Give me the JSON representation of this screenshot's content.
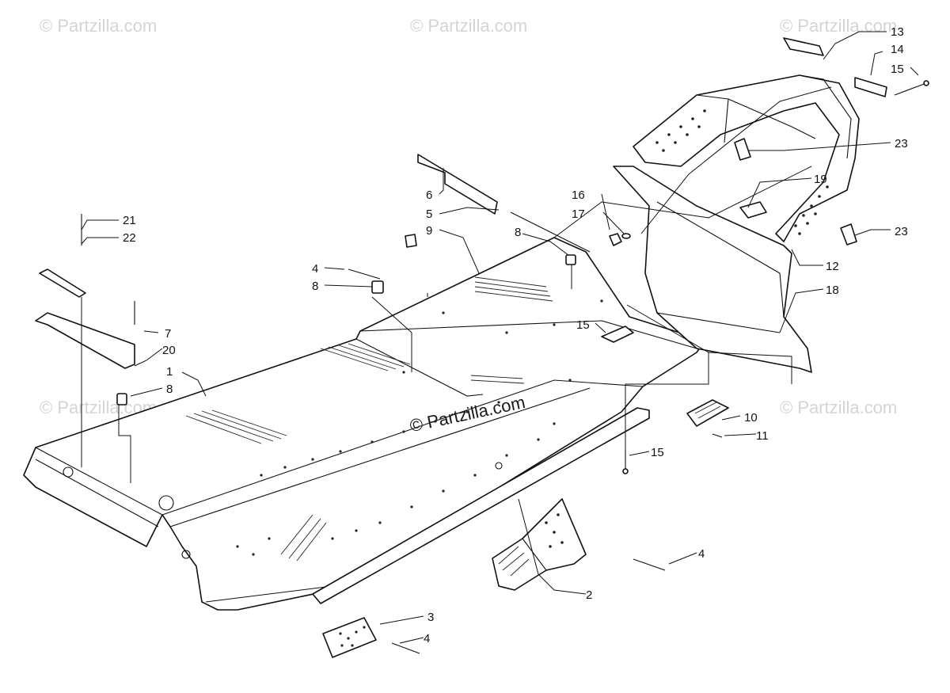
{
  "watermarks": {
    "top_left": "© Partzilla.com",
    "top_center": "© Partzilla.com",
    "top_right": "© Partzilla.com",
    "mid_left": "© Partzilla.com",
    "center": "© Partzilla.com",
    "mid_right": "© Partzilla.com"
  },
  "callouts": {
    "c1": "1",
    "c2": "2",
    "c3": "3",
    "c4a": "4",
    "c4b": "4",
    "c4c": "4",
    "c5": "5",
    "c6": "6",
    "c7": "7",
    "c8a": "8",
    "c8b": "8",
    "c8c": "8",
    "c9": "9",
    "c10": "10",
    "c11": "11",
    "c12": "12",
    "c13": "13",
    "c14": "14",
    "c15a": "15",
    "c15b": "15",
    "c15c": "15",
    "c16": "16",
    "c17": "17",
    "c18": "18",
    "c19": "19",
    "c20": "20",
    "c21": "21",
    "c22": "22",
    "c23a": "23",
    "c23b": "23"
  },
  "colors": {
    "line": "#111111",
    "watermark": "#d4d4d4",
    "background": "#ffffff"
  }
}
